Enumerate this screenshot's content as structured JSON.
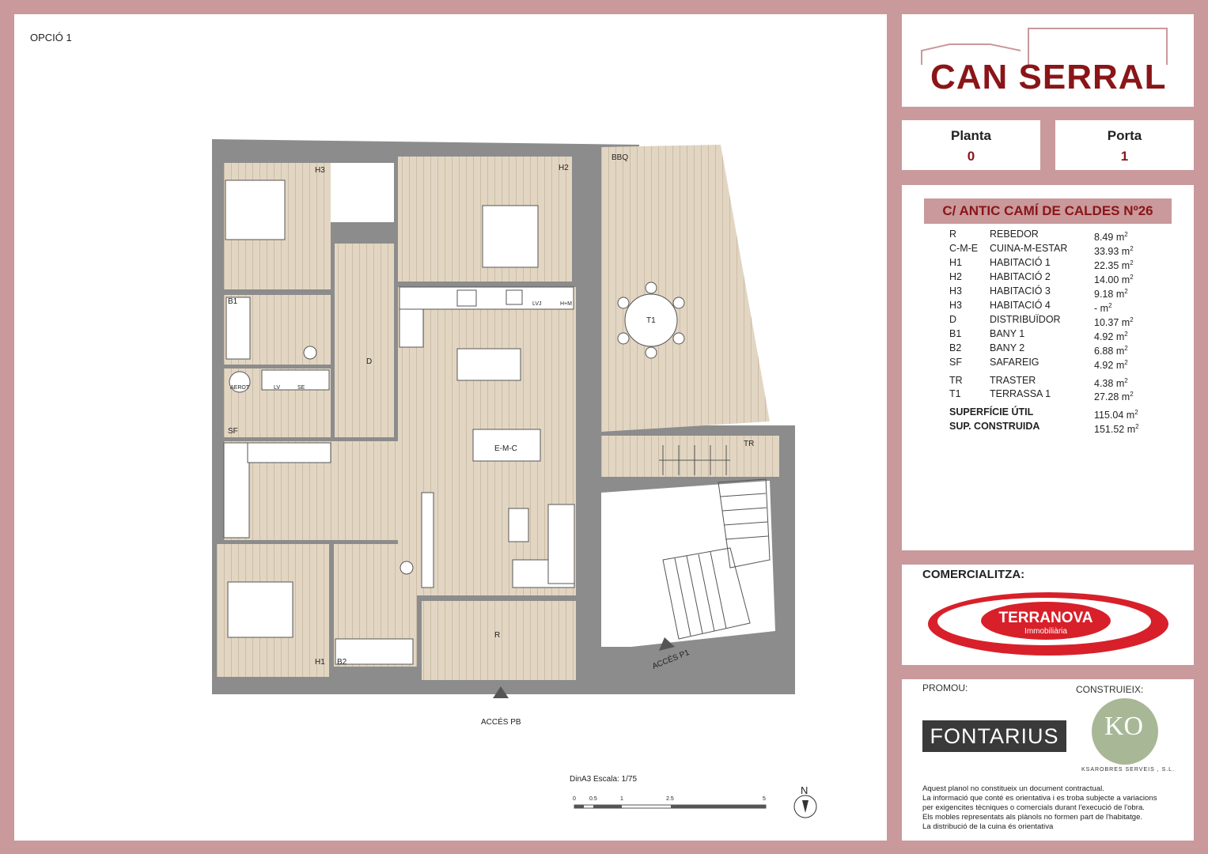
{
  "plan": {
    "option_label": "OPCIÓ 1",
    "rooms": {
      "H3": "H3",
      "H2": "H2",
      "BBQ": "BBQ",
      "B1": "B1",
      "D": "D",
      "T1": "T1",
      "SF": "SF",
      "AEROT": "AEROT",
      "LV": "LV",
      "SE": "SE",
      "LVJ": "LVJ",
      "HM": "H+M",
      "EMC": "E-M-C",
      "TR": "TR",
      "H1": "H1",
      "B2": "B2",
      "R": "R"
    },
    "access_pb": "ACCÉS PB",
    "access_p1": "ACCÉS P1",
    "scale_text": "DinA3 Escala: 1/75",
    "scale_ticks": [
      "0",
      "0.5",
      "1",
      "2.5",
      "5"
    ],
    "north": "N"
  },
  "header": {
    "brand": "CAN SERRAL",
    "planta_label": "Planta",
    "planta_value": "0",
    "porta_label": "Porta",
    "porta_value": "1"
  },
  "areas": {
    "address": "C/ ANTIC CAMÍ DE CALDES Nº26",
    "unit": "m",
    "rows": [
      {
        "code": "R",
        "name": "REBEDOR",
        "area": "8.49"
      },
      {
        "code": "C-M-E",
        "name": "CUINA-M-ESTAR",
        "area": "33.93"
      },
      {
        "code": "H1",
        "name": "HABITACIÓ 1",
        "area": "22.35"
      },
      {
        "code": "H2",
        "name": "HABITACIÓ 2",
        "area": "14.00"
      },
      {
        "code": "H3",
        "name": "HABITACIÓ 3",
        "area": "9.18"
      },
      {
        "code": "H3",
        "name": "HABITACIÓ 4",
        "area": "-"
      },
      {
        "code": "D",
        "name": "DISTRIBUÏDOR",
        "area": "10.37"
      },
      {
        "code": "B1",
        "name": "BANY 1",
        "area": "4.92"
      },
      {
        "code": "B2",
        "name": "BANY 2",
        "area": "6.88"
      },
      {
        "code": "SF",
        "name": "SAFAREIG",
        "area": "4.92"
      },
      {
        "code": "TR",
        "name": "TRASTER",
        "area": "4.38"
      },
      {
        "code": "T1",
        "name": "TERRASSA 1",
        "area": "27.28"
      }
    ],
    "total_util_label": "SUPERFÍCIE ÚTIL",
    "total_util": "115.04",
    "total_const_label": "SUP. CONSTRUIDA",
    "total_const": "151.52"
  },
  "commercial": {
    "label": "COMERCIALITZA:",
    "agency": "TERRANOVA",
    "agency_sub": "Immobiliària"
  },
  "promo": {
    "promou_label": "PROMOU:",
    "construeix_label": "CONSTRUIEIX:",
    "promoter": "FONTARIUS",
    "builder_mark": "KO",
    "builder_name": "KSAROBRES SERVEIS , S.L.",
    "disclaimer": [
      "Aquest planol no constitueix un document contractual.",
      "La informació que conté es orientativa i es troba subjecte a variacions",
      "per exigencites tècniques o comercials durant l'execució de l'obra.",
      "Els mobles representats als plànols no formen part de l'habitatge.",
      "La distribució de la cuina és orientativa"
    ]
  },
  "colors": {
    "frame": "#c9999b",
    "brand_red": "#8a1518",
    "wall": "#8a8a8a",
    "floor": "#e2d6c3"
  }
}
